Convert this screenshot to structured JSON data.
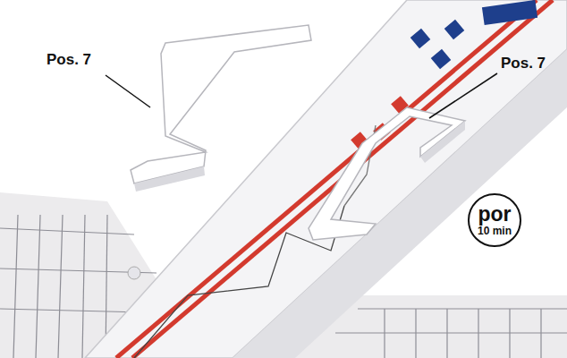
{
  "diagram": {
    "nodes": [
      {
        "text": [
          "por",
          "10 min"
        ]
      }
    ],
    "labels": [
      "Pos. 7",
      "Pos. 7"
    ]
  }
}
